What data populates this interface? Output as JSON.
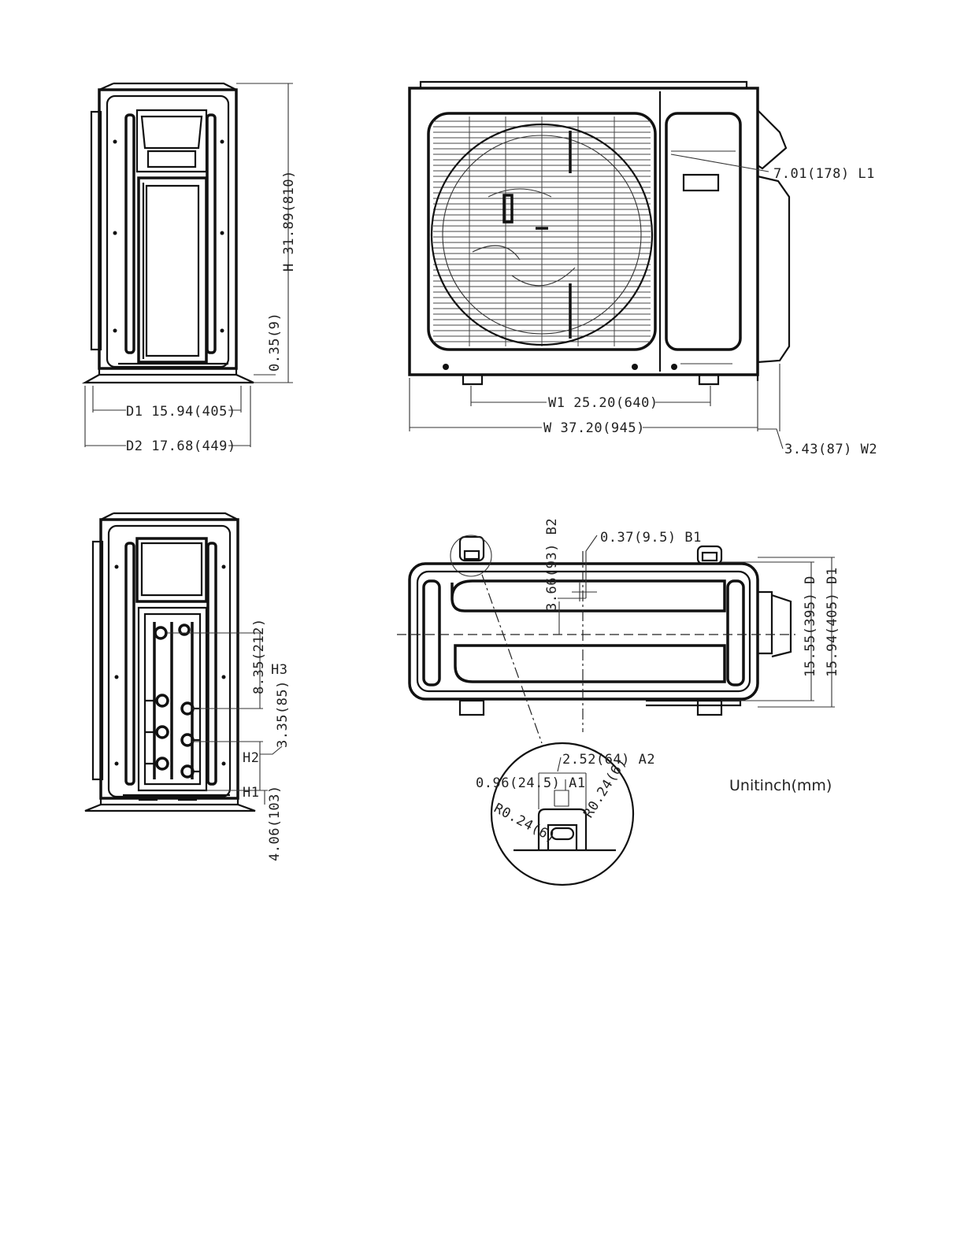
{
  "views": {
    "side_view": {
      "dimensions": {
        "height": "H 31.89(810)",
        "foot_gap": "0.35(9)",
        "depth1": "D1 15.94(405)",
        "depth2": "D2 17.68(449)"
      }
    },
    "front_view": {
      "dimensions": {
        "l1": "7.01(178)  L1",
        "w1": "W1 25.20(640)",
        "w": "W 37.20(945)",
        "w2": "3.43(87)  W2"
      }
    },
    "rear_side_view": {
      "dimensions": {
        "h3_value": "8.35(212)",
        "h3_label": "H3",
        "h2_value": "3.35(85)",
        "h2_label": "H2",
        "h1_label": "H1",
        "h1_value": "4.06(103)"
      }
    },
    "bottom_view": {
      "dimensions": {
        "b2": "3.66(93)  B2",
        "b1": "0.37(9.5)  B1",
        "d": "15.55(395)  D",
        "d1": "15.94(405)  D1"
      },
      "detail": {
        "a2": "2.52(64)  A2",
        "a1": "0.96(24.5)  A1",
        "r_left": "R0.24(6)",
        "r_right": "R0.24(6)"
      }
    }
  },
  "unit_note": "Unitinch(mm)"
}
